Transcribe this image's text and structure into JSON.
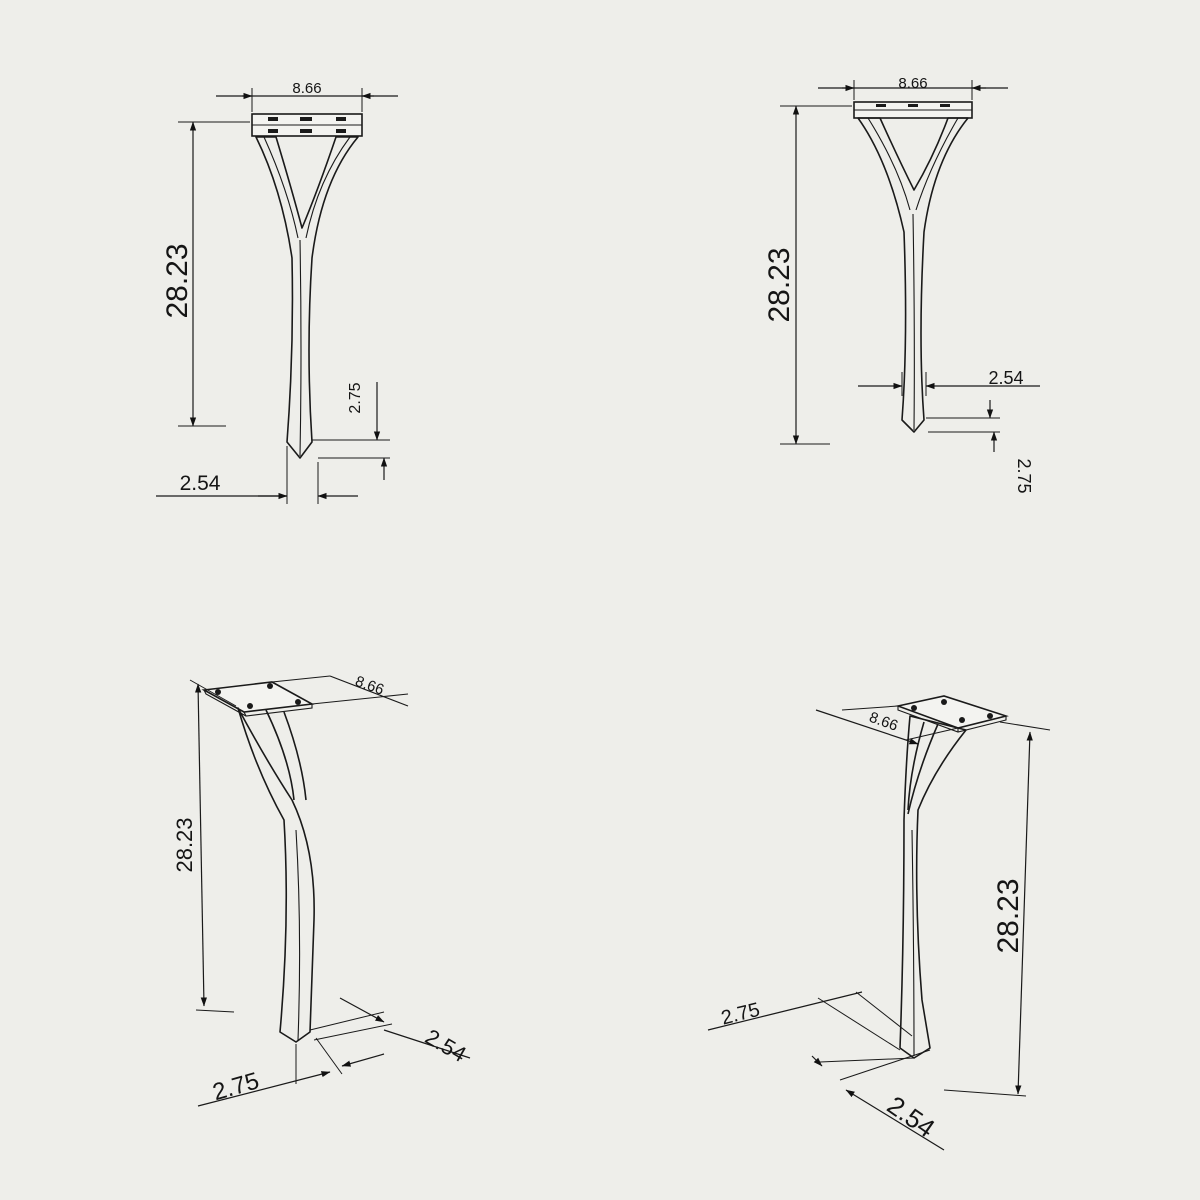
{
  "views": [
    {
      "id": "front",
      "dims": {
        "width_top": "8.66",
        "height": "28.23",
        "foot_height": "2.75",
        "foot_width": "2.54"
      }
    },
    {
      "id": "side",
      "dims": {
        "width_top": "8.66",
        "height": "28.23",
        "foot_height": "2.75",
        "foot_width": "2.54"
      }
    },
    {
      "id": "iso-left",
      "dims": {
        "width_top": "8.66",
        "height": "28.23",
        "foot_depth": "2.75",
        "foot_width": "2.54"
      }
    },
    {
      "id": "iso-right",
      "dims": {
        "width_top": "8.66",
        "height": "28.23",
        "foot_depth": "2.75",
        "foot_width": "2.54"
      }
    }
  ],
  "colors": {
    "background": "#eeeeea",
    "ink": "#1a1a1a"
  }
}
